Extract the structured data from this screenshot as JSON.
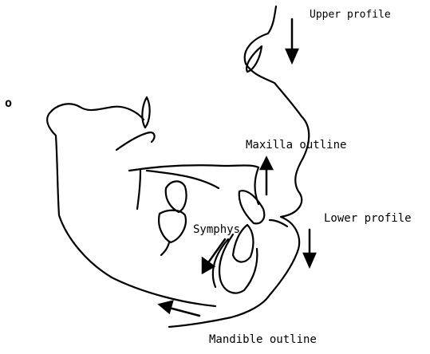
{
  "labels": {
    "upper_profile": "Upper profile",
    "maxilla_outline": "Maxilla outline",
    "lower_profile": "Lower profile",
    "symphysis": "Symphys",
    "mandible_outline": "Mandible outline"
  },
  "marks": {
    "origin_dot": "o"
  }
}
